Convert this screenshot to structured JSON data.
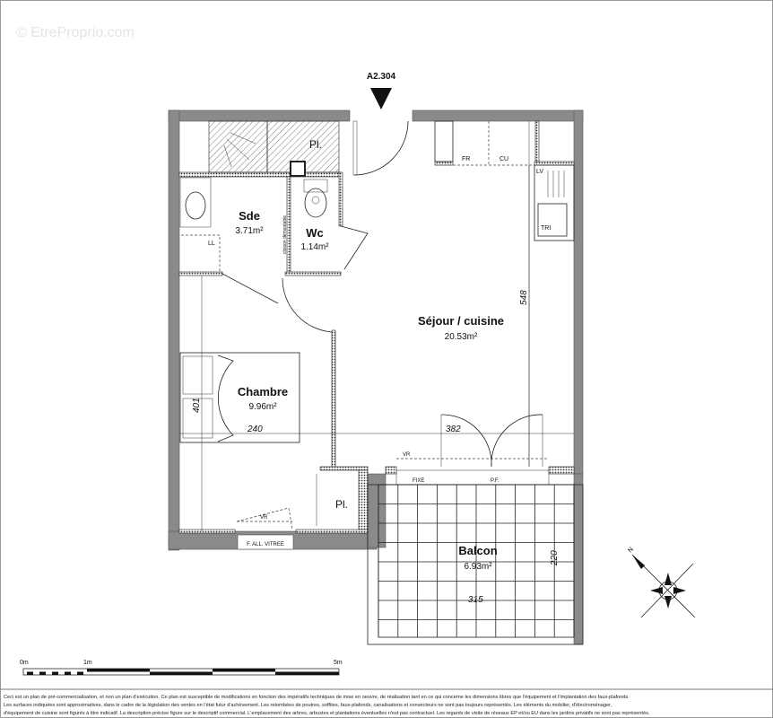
{
  "watermark": "© EtreProprio.com",
  "unit_ref": "A2.304",
  "rooms": {
    "sde": {
      "name": "Sde",
      "area": "3.71m²"
    },
    "wc": {
      "name": "Wc",
      "area": "1.14m²"
    },
    "sejour": {
      "name": "Séjour / cuisine",
      "area": "20.53m²"
    },
    "chambre": {
      "name": "Chambre",
      "area": "9.96m²"
    },
    "balcon": {
      "name": "Balcon",
      "area": "6.93m²"
    }
  },
  "labels": {
    "placard_1": "Pl.",
    "placard_2": "Pl.",
    "fridge": "FR",
    "cooktop": "CU",
    "dishwasher": "LV",
    "sorting": "TRI",
    "washing_machine": "LL",
    "partition": "cloison démontable",
    "shutter_1": "VR",
    "shutter_2": "VR",
    "fixed": "FIXE",
    "french_door": "P.F.",
    "window": "F. ALL. VITREE"
  },
  "dimensions": {
    "sejour_depth": "548",
    "chambre_depth": "401",
    "chambre_width": "240",
    "sejour_width": "382",
    "balcon_depth": "220",
    "balcon_width": "315"
  },
  "compass": {
    "north": "N"
  },
  "scale": {
    "start": "0m",
    "mid": "1m",
    "end": "5m"
  },
  "footer": [
    "Ceci est un plan de pré-commercialisation, et non un plan d'exécution. Ce plan est susceptible de modifications en fonction des impératifs techniques de mise en oeuvre, de réalisation tant en ce qui concerne les dimensions libres que l'équipement et l'implantation des faux-plafonds.",
    "Les surfaces indiquées sont approximatives, dans le cadre de la législation des ventes en l'état futur d'achèvement. Les retombées de poutres, soffites, faux-plafonds, canalisations et convecteurs ne sont pas toujours représentés. Les éléments du mobilier, d'électroménager,",
    "d'équipement de cuisine sont figurés à titre indicatif. La description précise figure sur le descriptif commercial. L'emplacement des arbres, arbustes et plantations éventuelles n'est pas contractuel. Les regards de visite de réseaux EP et/ou EU dans les jardins privatifs ne sont pas représentés."
  ]
}
